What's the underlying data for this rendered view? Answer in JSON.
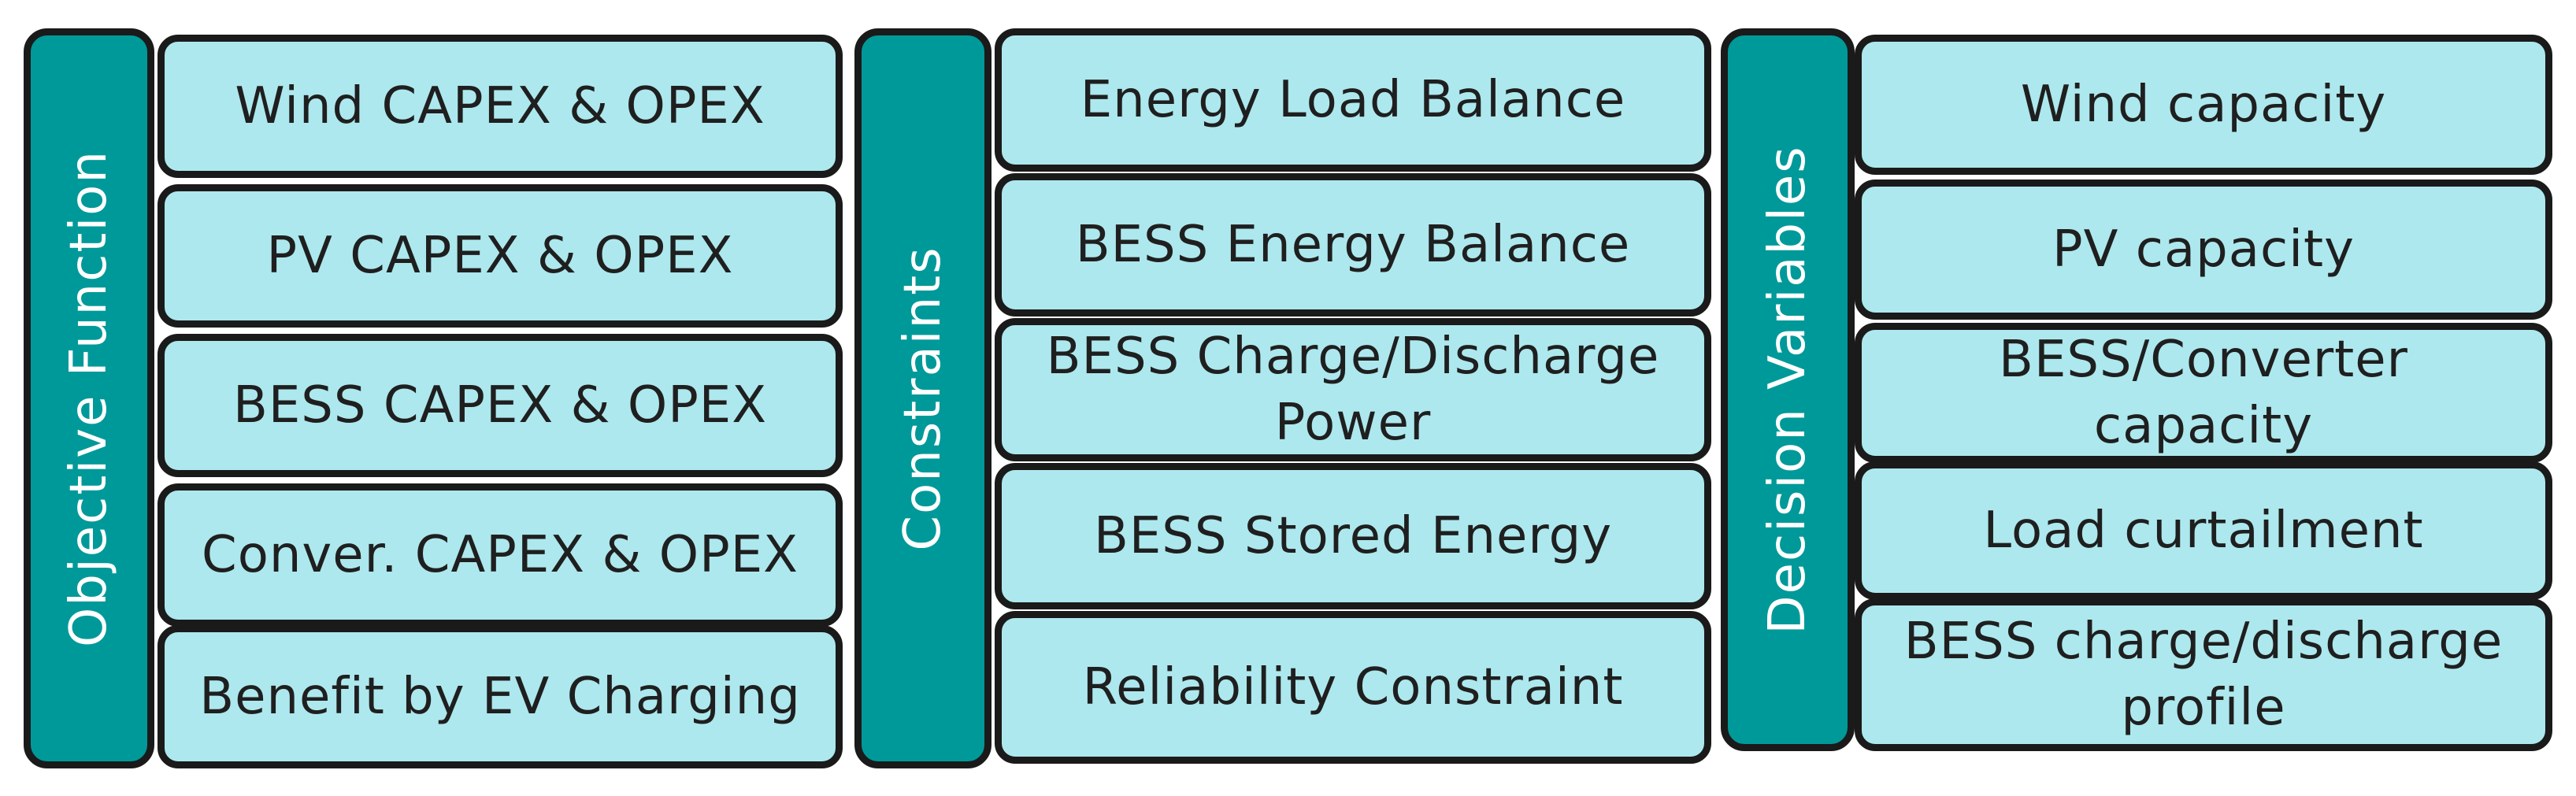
{
  "columns": [
    {
      "header": "Objective Function",
      "items": [
        "Wind CAPEX & OPEX",
        "PV CAPEX & OPEX",
        "BESS CAPEX & OPEX",
        "Conver. CAPEX & OPEX",
        "Benefit by EV Charging"
      ]
    },
    {
      "header": "Constraints",
      "items": [
        "Energy Load Balance",
        "BESS Energy Balance",
        "BESS Charge/Discharge Power",
        "BESS Stored Energy",
        "Reliability Constraint"
      ]
    },
    {
      "header": "Decision Variables",
      "items": [
        "Wind capacity",
        "PV capacity",
        "BESS/Converter capacity",
        "Load curtailment",
        "BESS charge/discharge profile"
      ]
    }
  ],
  "colors": {
    "header_fill": "#009999",
    "box_fill": "#ade8ee",
    "outline": "#1a1a1a",
    "header_text": "#ffffff"
  }
}
